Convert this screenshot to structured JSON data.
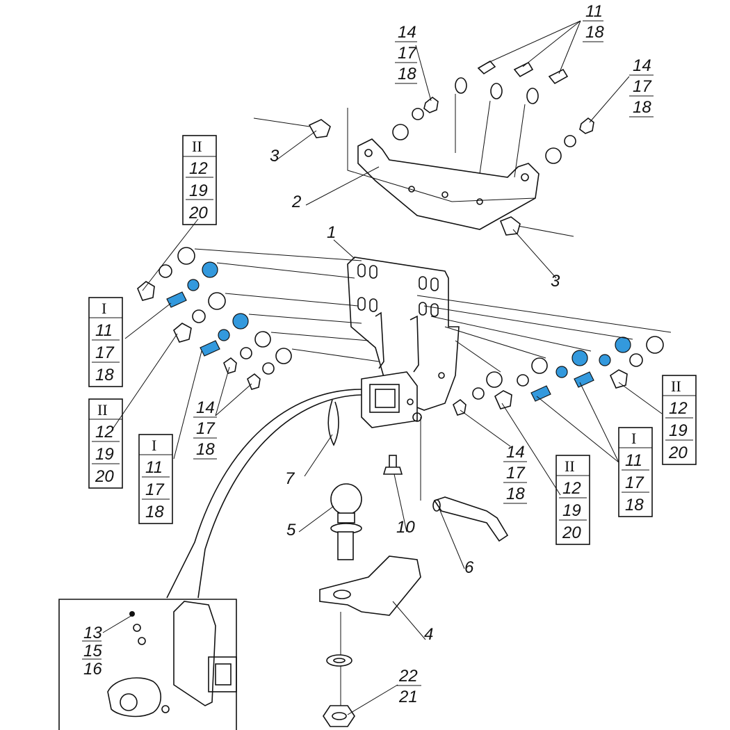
{
  "colors": {
    "line": "#111111",
    "highlight": "#3399dd"
  },
  "callouts": {
    "c11_18_top": [
      "11",
      "18"
    ],
    "c14_17_18_top": [
      "14",
      "17",
      "18"
    ],
    "c14_17_18_right": [
      "14",
      "17",
      "18"
    ],
    "c3_upper": "3",
    "c2": "2",
    "c3_lower": "3",
    "c1": "1",
    "c14_17_18_mid": [
      "14",
      "17",
      "18"
    ],
    "c14_17_18_right_low": [
      "14",
      "17",
      "18"
    ],
    "c7": "7",
    "c10": "10",
    "c5": "5",
    "c6": "6",
    "c4": "4",
    "c13_15_16": [
      "13",
      "15",
      "16"
    ],
    "c22_21": [
      "22",
      "21"
    ]
  },
  "boxes": {
    "box_II_top_left": [
      "II",
      "12",
      "19",
      "20"
    ],
    "box_I_left": [
      "I",
      "11",
      "17",
      "18"
    ],
    "box_II_left": [
      "II",
      "12",
      "19",
      "20"
    ],
    "box_I_mid_left": [
      "I",
      "11",
      "17",
      "18"
    ],
    "box_II_right": [
      "II",
      "12",
      "19",
      "20"
    ],
    "box_I_right": [
      "I",
      "11",
      "17",
      "18"
    ],
    "box_II_right_mid": [
      "II",
      "12",
      "19",
      "20"
    ]
  }
}
